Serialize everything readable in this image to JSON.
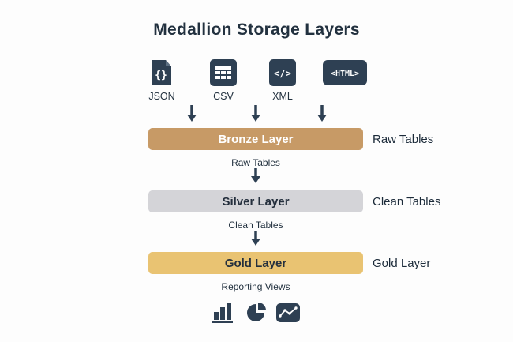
{
  "title": "Medallion Storage Layers",
  "colors": {
    "dark": "#2e4053",
    "bronze": "#c79a66",
    "silver": "#d4d4d8",
    "gold": "#e9c372"
  },
  "sources": [
    {
      "label": "JSON",
      "glyph": "{}"
    },
    {
      "label": "CSV"
    },
    {
      "label": "XML",
      "glyph": "</>"
    },
    {
      "label": "<HTML>",
      "glyph": "<HTML>"
    }
  ],
  "layers": [
    {
      "name": "Bronze Layer",
      "side_label": "Raw Tables",
      "flow_label": "Raw Tables"
    },
    {
      "name": "Silver Layer",
      "side_label": "Clean Tables",
      "flow_label": "Clean Tables"
    },
    {
      "name": "Gold Layer",
      "side_label": "Gold Layer",
      "flow_label": "Reporting Views"
    }
  ],
  "outputs": [
    "bar-chart",
    "pie-chart",
    "line-chart"
  ]
}
